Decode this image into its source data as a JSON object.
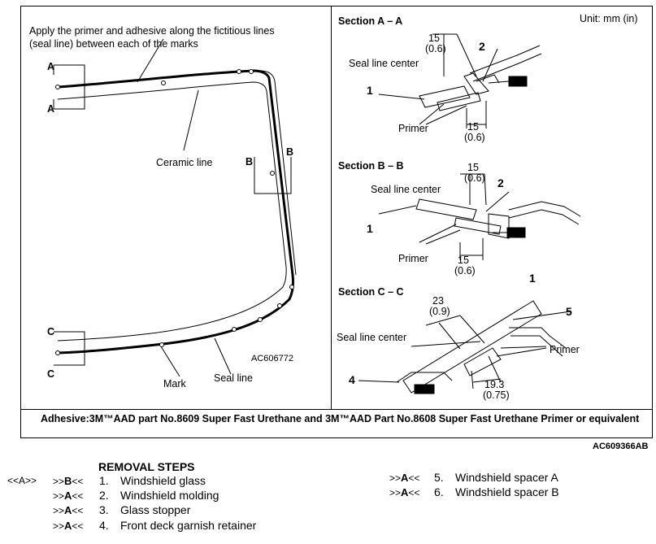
{
  "figure": {
    "instruction": "Apply the primer and adhesive along the fictitious lines (seal line) between each of the marks",
    "instruction_line1": "Apply the primer and adhesive along the fictitious lines",
    "instruction_line2": "(seal line) between each of the marks",
    "unit": "Unit: mm (in)",
    "labels": {
      "a_top": "A",
      "a_bottom": "A",
      "b_left": "B",
      "b_right": "B",
      "c_top": "C",
      "c_bottom": "C",
      "ceramic_line": "Ceramic line",
      "mark": "Mark",
      "seal_line": "Seal line",
      "drawing_code": "AC606772"
    },
    "section_aa": {
      "title": "Section A – A",
      "dim_top": "15",
      "dim_top_in": "(0.6)",
      "seal_line_center": "Seal line center",
      "dim_bottom": "15",
      "dim_bottom_in": "(0.6)",
      "primer": "Primer",
      "callout_1": "1",
      "callout_2": "2"
    },
    "section_bb": {
      "title": "Section B – B",
      "dim_top": "15",
      "dim_top_in": "(0.6)",
      "seal_line_center": "Seal line center",
      "dim_bottom": "15",
      "dim_bottom_in": "(0.6)",
      "primer": "Primer",
      "callout_1": "1",
      "callout_2": "2"
    },
    "section_cc": {
      "title": "Section C – C",
      "dim_top": "23",
      "dim_top_in": "(0.9)",
      "seal_line_center": "Seal line center",
      "dim_bottom": "19.3",
      "dim_bottom_in": "(0.75)",
      "primer": "Primer",
      "callout_1": "1",
      "callout_4": "4",
      "callout_5": "5"
    },
    "adhesive_note": "Adhesive:3M™AAD part No.8609 Super Fast Urethane and 3M™AAD Part No.8608 Super Fast Urethane Primer or equivalent"
  },
  "figure_code": "AC609366AB",
  "removal": {
    "title": "REMOVAL STEPS",
    "steps": [
      {
        "pre": "<<A>>",
        "marker_pre": ">>",
        "marker_letter": "B",
        "marker_post": "<<",
        "num": "1.",
        "label": "Windshield glass"
      },
      {
        "pre": "",
        "marker_pre": ">>",
        "marker_letter": "A",
        "marker_post": "<<",
        "num": "2.",
        "label": "Windshield molding"
      },
      {
        "pre": "",
        "marker_pre": ">>",
        "marker_letter": "A",
        "marker_post": "<<",
        "num": "3.",
        "label": "Glass stopper"
      },
      {
        "pre": "",
        "marker_pre": ">>",
        "marker_letter": "A",
        "marker_post": "<<",
        "num": "4.",
        "label": "Front deck garnish retainer"
      },
      {
        "pre": "",
        "marker_pre": ">>",
        "marker_letter": "A",
        "marker_post": "<<",
        "num": "5.",
        "label": "Windshield spacer A"
      },
      {
        "pre": "",
        "marker_pre": ">>",
        "marker_letter": "A",
        "marker_post": "<<",
        "num": "6.",
        "label": "Windshield spacer B"
      }
    ]
  }
}
